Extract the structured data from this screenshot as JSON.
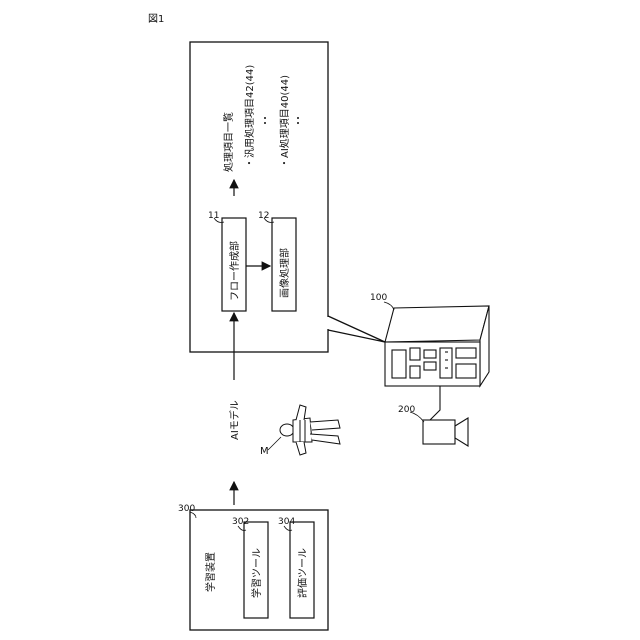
{
  "figure_label": "図1",
  "main_panel": {
    "list_title": "処理項目一覧",
    "list_items": [
      "・汎用処理項目42(44)",
      "・AI処理項目40(44)"
    ],
    "flow_block": {
      "ref": "11",
      "label": "フロー作成部"
    },
    "image_block": {
      "ref": "12",
      "label": "画像処理部"
    }
  },
  "server": {
    "ref": "100"
  },
  "camera": {
    "ref": "200"
  },
  "person": {
    "ref": "M"
  },
  "ai_model_label": "AIモデル",
  "learning_device": {
    "ref": "300",
    "title": "学習装置",
    "tool1": {
      "ref": "302",
      "label": "学習ツール"
    },
    "tool2": {
      "ref": "304",
      "label": "評価ツール"
    }
  }
}
